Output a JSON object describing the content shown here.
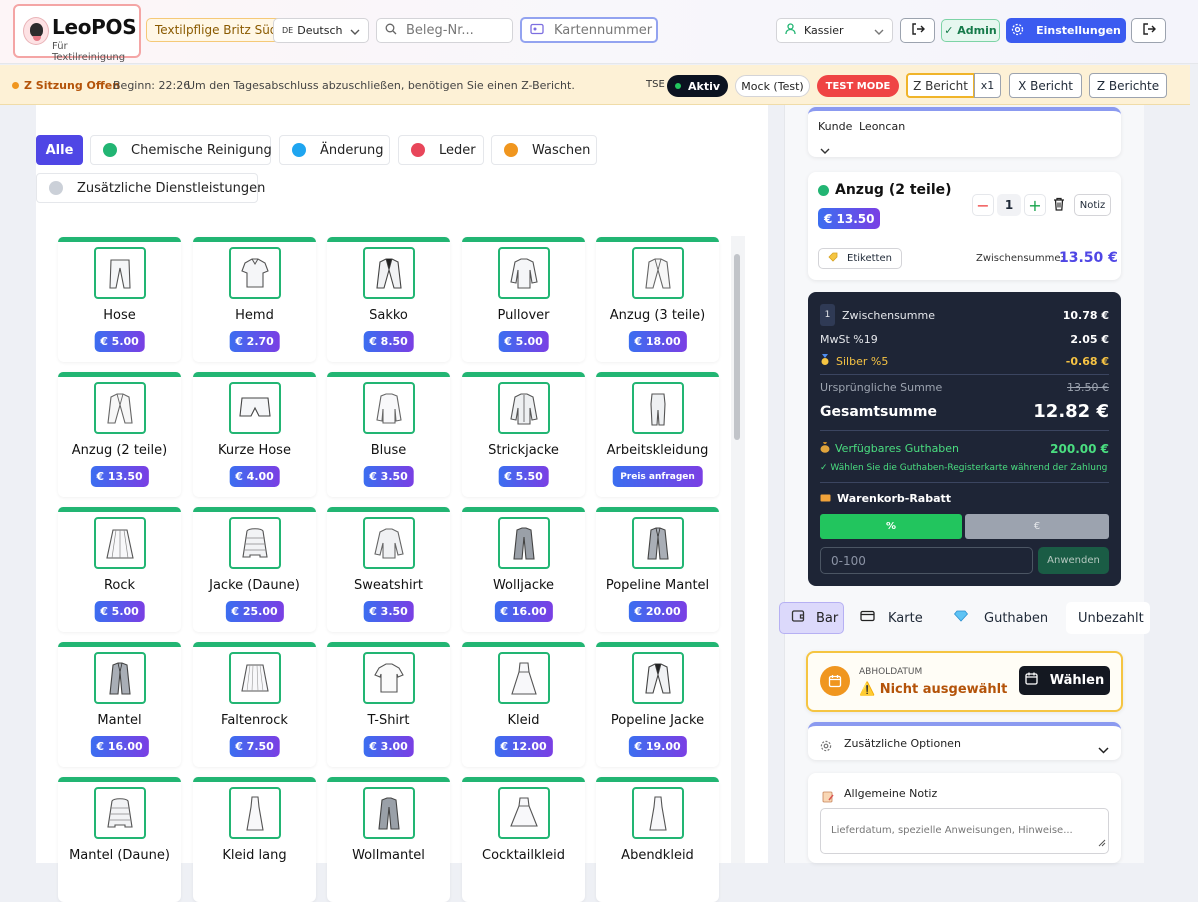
{
  "app": {
    "name": "LeoPOS",
    "subtitle": "Für Textilreinigung"
  },
  "header": {
    "store": "Textilpflige Britz Süd",
    "language": {
      "flag": "DE",
      "label": "Deutsch"
    },
    "search_placeholder": "Beleg-Nr...",
    "card_placeholder": "Kartennummer scannen",
    "role_select": "Kassier",
    "admin_badge": "✓ Admin",
    "settings_label": "Einstellungen"
  },
  "zbar": {
    "status": "Z Sitzung Offen",
    "begin": "Beginn: 22:26",
    "message": "Um den Tagesabschluss abzuschließen, benötigen Sie einen Z-Bericht.",
    "tse_label": "TSE",
    "tse_status": "Aktiv",
    "mock": "Mock (Test)",
    "test_mode": "TEST MODE",
    "z_report": "Z Bericht",
    "z_multiplier": "x1",
    "x_report": "X Bericht",
    "z_reports": "Z Berichte"
  },
  "categories": [
    {
      "label": "Alle",
      "color": "#4f46e5"
    },
    {
      "label": "Chemische Reinigung",
      "color": "#22b573"
    },
    {
      "label": "Änderung",
      "color": "#1fa5f0"
    },
    {
      "label": "Leder",
      "color": "#e8465a"
    },
    {
      "label": "Waschen",
      "color": "#f0961f"
    },
    {
      "label": "Zusätzliche Dienstleistungen",
      "color": "#cbd0d8"
    }
  ],
  "products": [
    {
      "name": "Hose",
      "price": "€ 5.00",
      "icon": "trousers-icon"
    },
    {
      "name": "Hemd",
      "price": "€ 2.70",
      "icon": "shirt-icon"
    },
    {
      "name": "Sakko",
      "price": "€ 8.50",
      "icon": "jacket-icon"
    },
    {
      "name": "Pullover",
      "price": "€ 5.00",
      "icon": "sweater-icon"
    },
    {
      "name": "Anzug (3 teile)",
      "price": "€ 18.00",
      "icon": "suit-icon"
    },
    {
      "name": "Anzug (2 teile)",
      "price": "€ 13.50",
      "icon": "suit-icon"
    },
    {
      "name": "Kurze Hose",
      "price": "€ 4.00",
      "icon": "shorts-icon"
    },
    {
      "name": "Bluse",
      "price": "€ 3.50",
      "icon": "blouse-icon"
    },
    {
      "name": "Strickjacke",
      "price": "€ 5.50",
      "icon": "cardigan-icon"
    },
    {
      "name": "Arbeitskleidung",
      "price": "Preis anfragen",
      "icon": "workwear-icon"
    },
    {
      "name": "Rock",
      "price": "€ 5.00",
      "icon": "skirt-icon"
    },
    {
      "name": "Jacke (Daune)",
      "price": "€ 25.00",
      "icon": "down-jacket-icon"
    },
    {
      "name": "Sweatshirt",
      "price": "€ 3.50",
      "icon": "sweatshirt-icon"
    },
    {
      "name": "Wolljacke",
      "price": "€ 16.00",
      "icon": "wool-coat-icon"
    },
    {
      "name": "Popeline Mantel",
      "price": "€ 20.00",
      "icon": "coat-icon"
    },
    {
      "name": "Mantel",
      "price": "€ 16.00",
      "icon": "coat-icon"
    },
    {
      "name": "Faltenrock",
      "price": "€ 7.50",
      "icon": "pleated-skirt-icon"
    },
    {
      "name": "T-Shirt",
      "price": "€ 3.00",
      "icon": "tshirt-icon"
    },
    {
      "name": "Kleid",
      "price": "€ 12.00",
      "icon": "dress-icon"
    },
    {
      "name": "Popeline Jacke",
      "price": "€ 19.00",
      "icon": "jacket-icon"
    },
    {
      "name": "Mantel (Daune)",
      "price": "",
      "icon": "down-coat-icon"
    },
    {
      "name": "Kleid lang",
      "price": "",
      "icon": "long-dress-icon"
    },
    {
      "name": "Wollmantel",
      "price": "",
      "icon": "wool-coat-icon"
    },
    {
      "name": "Cocktailkleid",
      "price": "",
      "icon": "cocktail-dress-icon"
    },
    {
      "name": "Abendkleid",
      "price": "",
      "icon": "evening-dress-icon"
    }
  ],
  "cart": {
    "customer_label": "Kunde",
    "customer_name": "Leoncan",
    "item": {
      "name": "Anzug (2 teile)",
      "price": "€ 13.50",
      "qty": "1",
      "note_label": "Notiz",
      "labels_btn": "Etiketten",
      "subtotal_label": "Zwischensumme:",
      "subtotal": "13.50 €"
    }
  },
  "summary": {
    "count": "1",
    "subtotal_label": "Zwischensumme",
    "subtotal": "10.78 €",
    "vat_label": "MwSt %19",
    "vat": "2.05 €",
    "discount_label": "Silber %5",
    "discount": "-0.68 €",
    "original_label": "Ursprüngliche Summe",
    "original": "13.50 €",
    "total_label": "Gesamtsumme",
    "total": "12.82 €",
    "credit_label": "Verfügbares Guthaben",
    "credit": "200.00 €",
    "credit_hint": "✓ Wählen Sie die Guthaben-Registerkarte während der Zahlung",
    "cart_discount_label": "Warenkorb-Rabatt",
    "percent_btn": "%",
    "euro_btn": "€",
    "discount_placeholder": "0-100",
    "apply_btn": "Anwenden"
  },
  "payment": {
    "tabs": [
      "Bar",
      "Karte",
      "Guthaben",
      "Unbezahlt"
    ]
  },
  "pickup": {
    "label": "ABHOLDATUM",
    "status": "⚠️ Nicht ausgewählt",
    "select_btn": "Wählen"
  },
  "options": {
    "label": "Zusätzliche Optionen"
  },
  "note": {
    "label": "Allgemeine Notiz",
    "placeholder": "Lieferdatum, spezielle Anweisungen, Hinweise..."
  },
  "colors": {
    "accent": "#4f46e5",
    "green": "#22b573",
    "price_gradient": [
      "#3b6ef0",
      "#7a3fe4"
    ],
    "dark_panel": "#1e2536",
    "warn": "#f0961f"
  }
}
